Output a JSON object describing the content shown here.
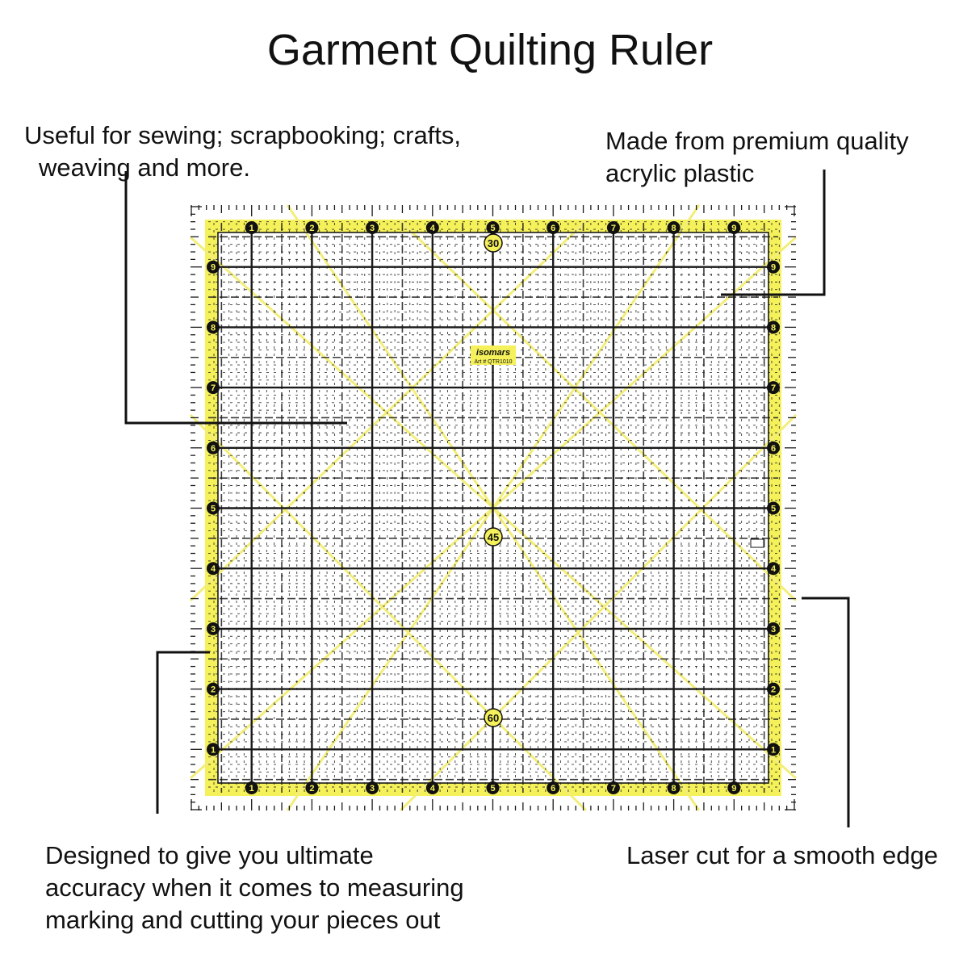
{
  "title": "Garment Quilting Ruler",
  "callouts": {
    "useful": {
      "line1": "Useful for sewing; scrapbooking; crafts,",
      "line2": "weaving and more."
    },
    "made": {
      "line1": "Made from premium quality",
      "line2": "acrylic plastic"
    },
    "designed": {
      "line1": "Designed to give you ultimate",
      "line2": "accuracy when it comes to measuring",
      "line3": "marking and cutting your pieces out"
    },
    "laser": {
      "line1": "Laser cut for a smooth edge"
    }
  },
  "ruler": {
    "brand": "isomars",
    "art_number": "Art # QTR1010",
    "angle_labels": [
      "30",
      "45",
      "60"
    ],
    "inch_numbers": [
      "1",
      "2",
      "3",
      "4",
      "5",
      "6",
      "7",
      "8",
      "9"
    ],
    "colors": {
      "yellow": "#f5f15a",
      "line": "#1a1a1a",
      "diagonal": "#f3ee7a"
    }
  }
}
